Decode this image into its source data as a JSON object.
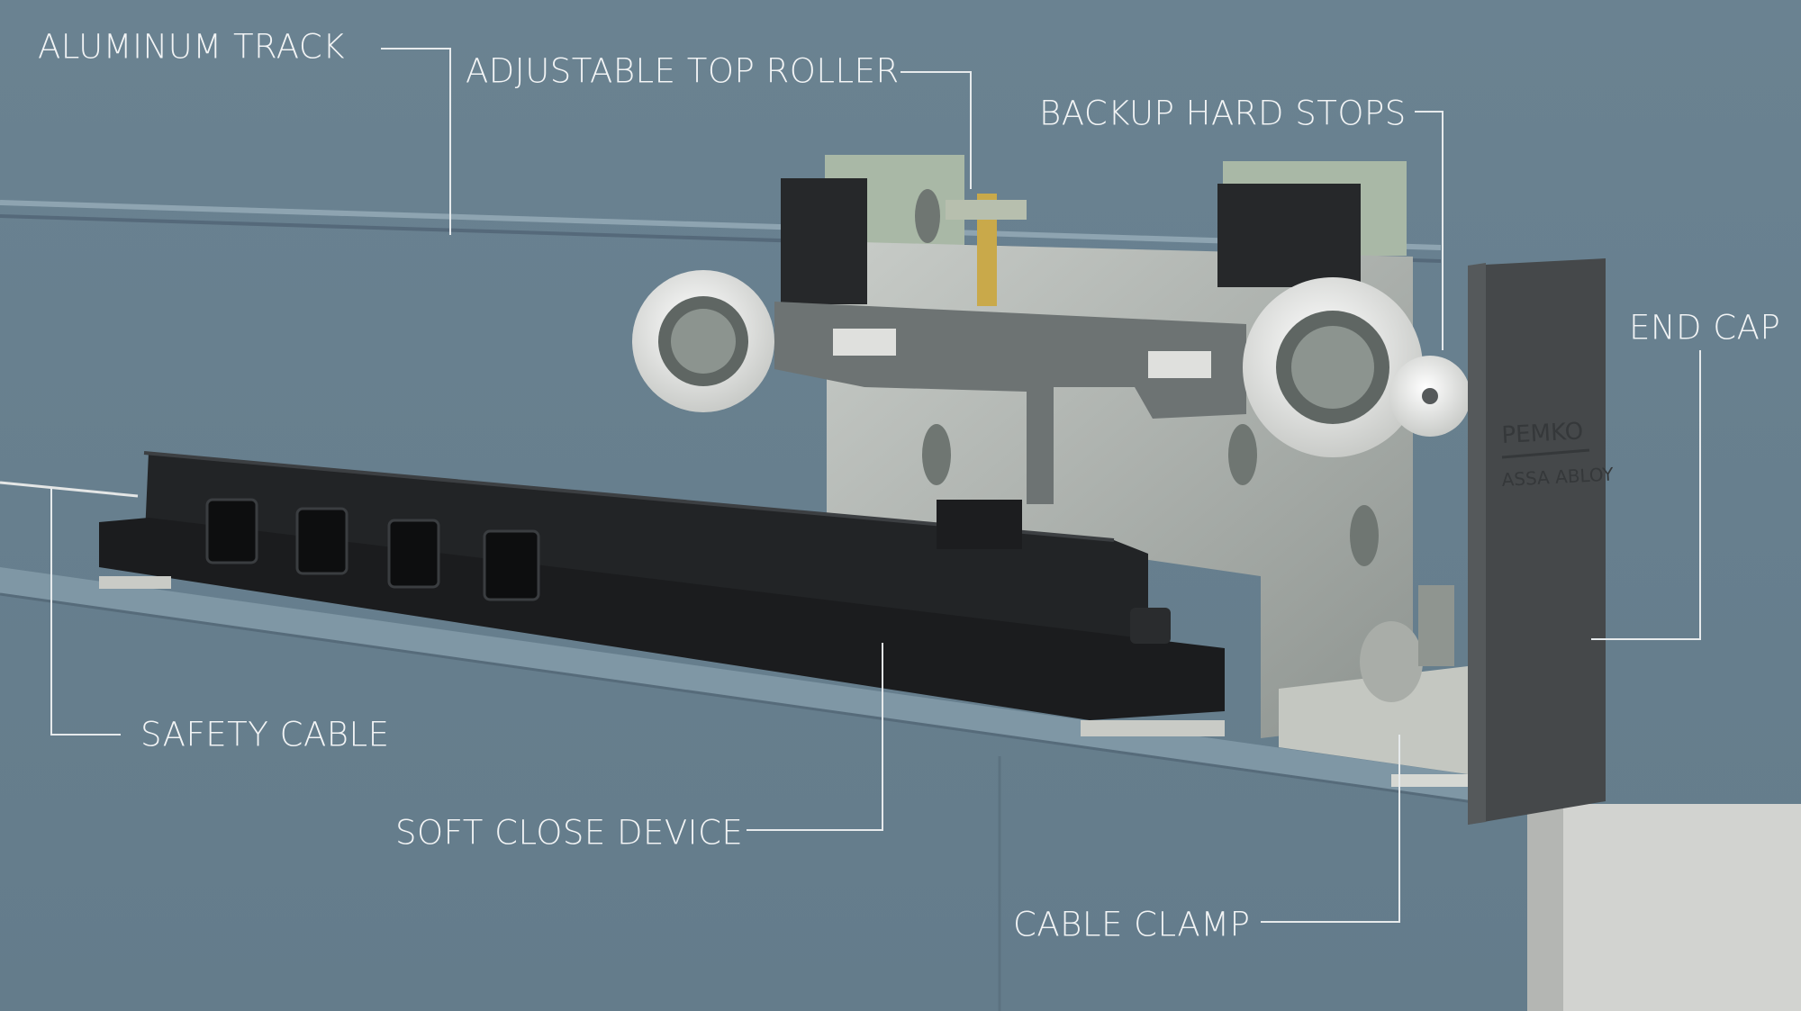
{
  "labels": {
    "aluminum_track": "ALUMINUM TRACK",
    "adjustable_top_roller": "ADJUSTABLE TOP ROLLER",
    "backup_hard_stops": "BACKUP HARD STOPS",
    "end_cap": "END CAP",
    "safety_cable": "SAFETY CABLE",
    "soft_close_device": "SOFT CLOSE DEVICE",
    "cable_clamp": "CABLE CLAMP"
  },
  "logo": {
    "brand": "PEMKO",
    "parent": "ASSA ABLOY"
  },
  "colors": {
    "wall": "#6e8695",
    "device_black": "#222426",
    "steel": "#b4b8b4",
    "roller_white": "#e8e9e6",
    "end_cap": "#45484a",
    "leader": "#e6eaec"
  }
}
